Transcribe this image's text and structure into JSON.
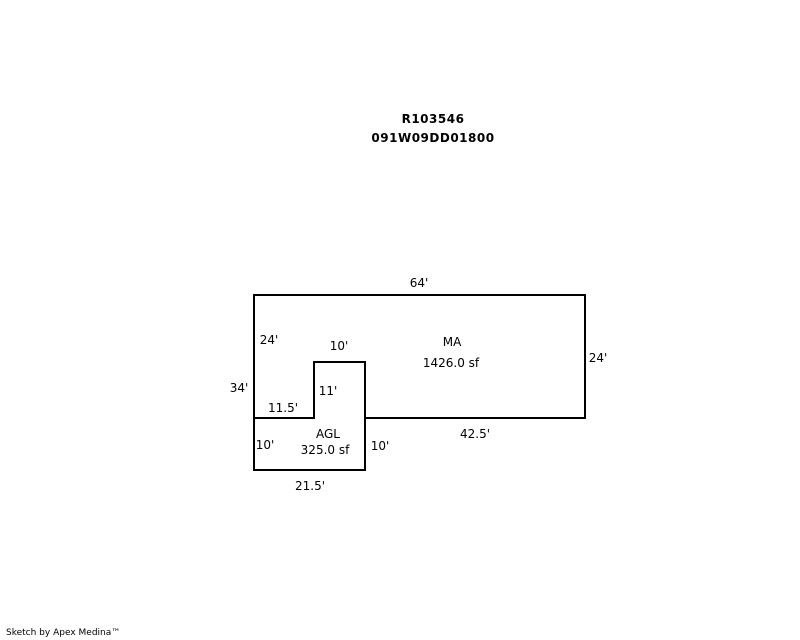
{
  "header": {
    "parcel_id": "R103546",
    "map_number": "091W09DD01800"
  },
  "sketch": {
    "areas": [
      {
        "code": "MA",
        "area": "1426.0 sf"
      },
      {
        "code": "AGL",
        "area": "325.0 sf"
      }
    ],
    "dimensions": {
      "top": "64'",
      "right": "24'",
      "left_upper": "24'",
      "left_total": "34'",
      "notch_top": "10'",
      "notch_side": "11'",
      "step_width": "11.5'",
      "bottom_right": "42.5'",
      "garage_left": "10'",
      "garage_right": "10'",
      "garage_bottom": "21.5'"
    }
  },
  "footer": {
    "credit": "Sketch by Apex Medina™"
  }
}
